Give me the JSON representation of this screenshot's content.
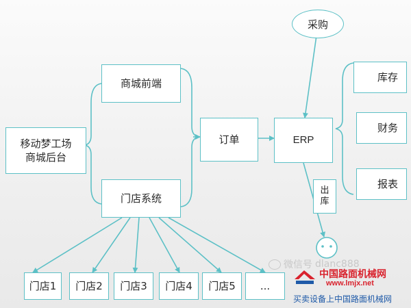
{
  "diagram": {
    "nodes": {
      "mobile_backend": "移动梦工场\n商城后台",
      "mall_frontend": "商城前端",
      "store_system": "门店系统",
      "order": "订单",
      "erp": "ERP",
      "purchase": "采购",
      "inventory": "库存",
      "finance": "财务",
      "reports": "报表",
      "ship_out": "出\n库",
      "stores": [
        "门店1",
        "门店2",
        "门店3",
        "门店4",
        "门店5",
        "..."
      ]
    }
  },
  "watermark": {
    "wechat_text": "微信号",
    "wechat_id": "dlanc888",
    "brand_name": "中国路面机械网",
    "brand_url": "www.lmjx.net",
    "caption": "买卖设备上中国路面机械网"
  },
  "colors": {
    "line": "#5cc0c6",
    "brand_red": "#d9232e",
    "brand_blue": "#1f5aa8"
  }
}
